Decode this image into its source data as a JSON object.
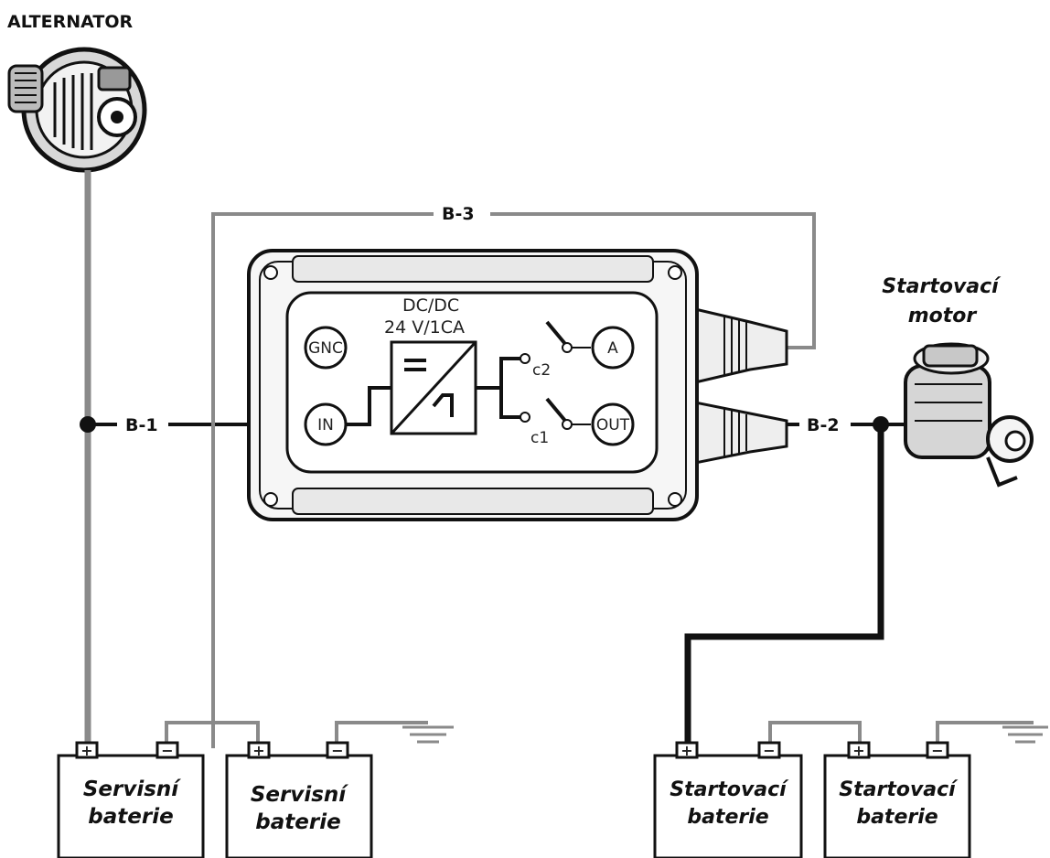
{
  "alternator": {
    "label": "ALTERNATOR"
  },
  "starter_motor": {
    "label_line1": "Startovací",
    "label_line2": "motor"
  },
  "converter": {
    "title_line1": "DC/DC",
    "title_line2": "24 V/1CA",
    "terminals": {
      "gnc": "GNC",
      "in": "IN",
      "a": "A",
      "out": "OUT"
    },
    "switches": {
      "c2": "c2",
      "c1": "c1"
    }
  },
  "wires": {
    "b1": "B-1",
    "b2": "B-2",
    "b3": "B-3"
  },
  "batteries": [
    {
      "line1": "Servisní",
      "line2": "baterie",
      "plus": "+",
      "minus": "−"
    },
    {
      "line1": "Servisní",
      "line2": "baterie",
      "plus": "+",
      "minus": "−"
    },
    {
      "line1": "Startovací",
      "line2": "baterie",
      "plus": "+",
      "minus": "−"
    },
    {
      "line1": "Startovací",
      "line2": "baterie",
      "plus": "+",
      "minus": "−"
    }
  ],
  "colors": {
    "gray_wire": "#8a8a8a",
    "black_wire": "#111111",
    "device_fill": "#f4f4f4"
  }
}
